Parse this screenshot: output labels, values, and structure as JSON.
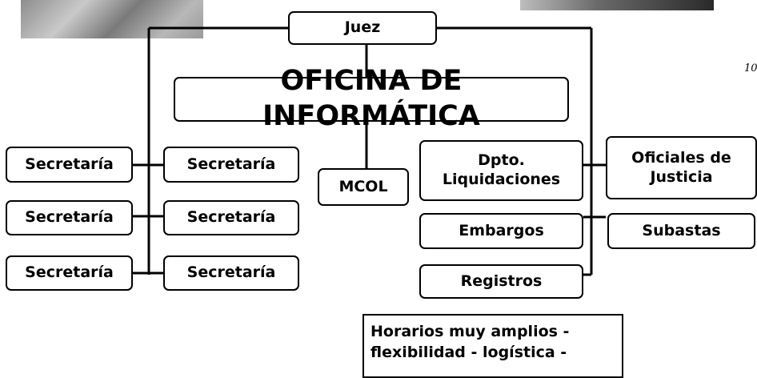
{
  "page_number": "10",
  "nodes": {
    "juez": "Juez",
    "oficina": "OFICINA DE INFORMÁTICA",
    "secretaria": "Secretaría",
    "mcol": "MCOL",
    "dpto_liquidaciones": "Dpto.\nLiquidaciones",
    "oficiales_justicia": "Oficiales de\nJusticia",
    "embargos": "Embargos",
    "subastas": "Subastas",
    "registros": "Registros"
  },
  "note": "Horarios muy amplios -\nflexibilidad - logística -"
}
